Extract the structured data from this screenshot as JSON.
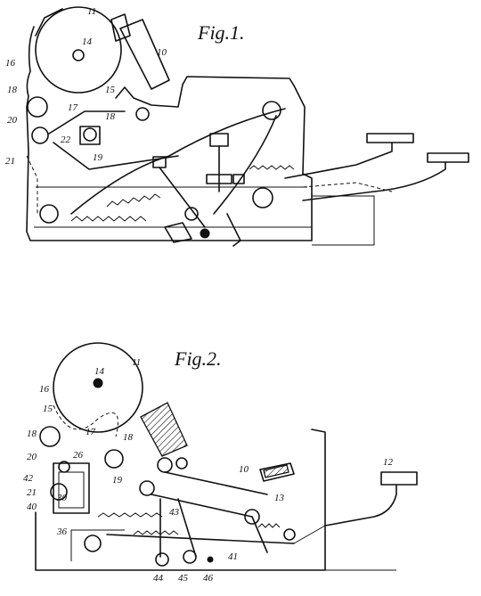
{
  "figures": [
    {
      "title": "Fig.1.",
      "labels": [
        "11",
        "14",
        "10",
        "16",
        "15",
        "18",
        "17",
        "18",
        "20",
        "22",
        "19",
        "21"
      ]
    },
    {
      "title": "Fig.2.",
      "labels": [
        "14",
        "11",
        "16",
        "15",
        "18",
        "17",
        "18",
        "20",
        "26",
        "19",
        "42",
        "21",
        "40",
        "30",
        "10",
        "12",
        "13",
        "43",
        "36",
        "41",
        "44",
        "45",
        "46"
      ]
    }
  ]
}
